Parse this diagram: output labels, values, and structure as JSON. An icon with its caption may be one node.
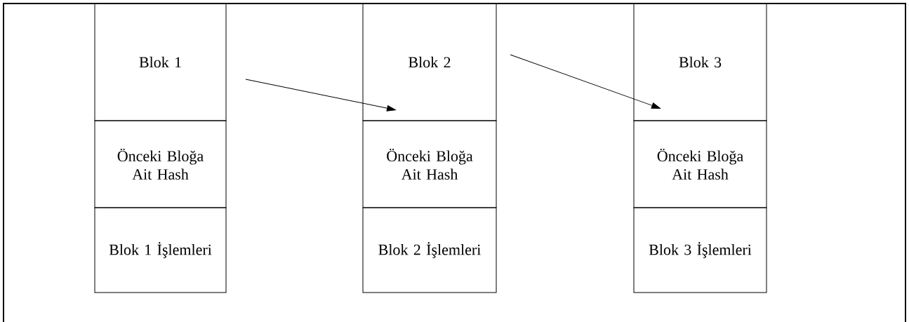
{
  "diagram": {
    "nodes": [
      {
        "text": [
          "Blok 1"
        ]
      },
      {
        "text": [
          "Önceki Bloğa Ait Hash"
        ]
      },
      {
        "text": [
          "Blok 1 İşlemleri"
        ]
      },
      {
        "text": [
          "Blok 2"
        ]
      },
      {
        "text": [
          "Önceki Bloğa Ait Hash"
        ]
      },
      {
        "text": [
          "Blok 2 İşlemleri"
        ]
      },
      {
        "text": [
          "Blok 3"
        ]
      },
      {
        "text": [
          "Önceki Bloğa Ait Hash"
        ]
      },
      {
        "text": [
          "Blok 3 İşlemleri"
        ]
      }
    ],
    "edges": [
      {
        "from": 0,
        "to": 3,
        "arrow": "to"
      },
      {
        "from": 3,
        "to": 6,
        "arrow": "to"
      }
    ]
  }
}
